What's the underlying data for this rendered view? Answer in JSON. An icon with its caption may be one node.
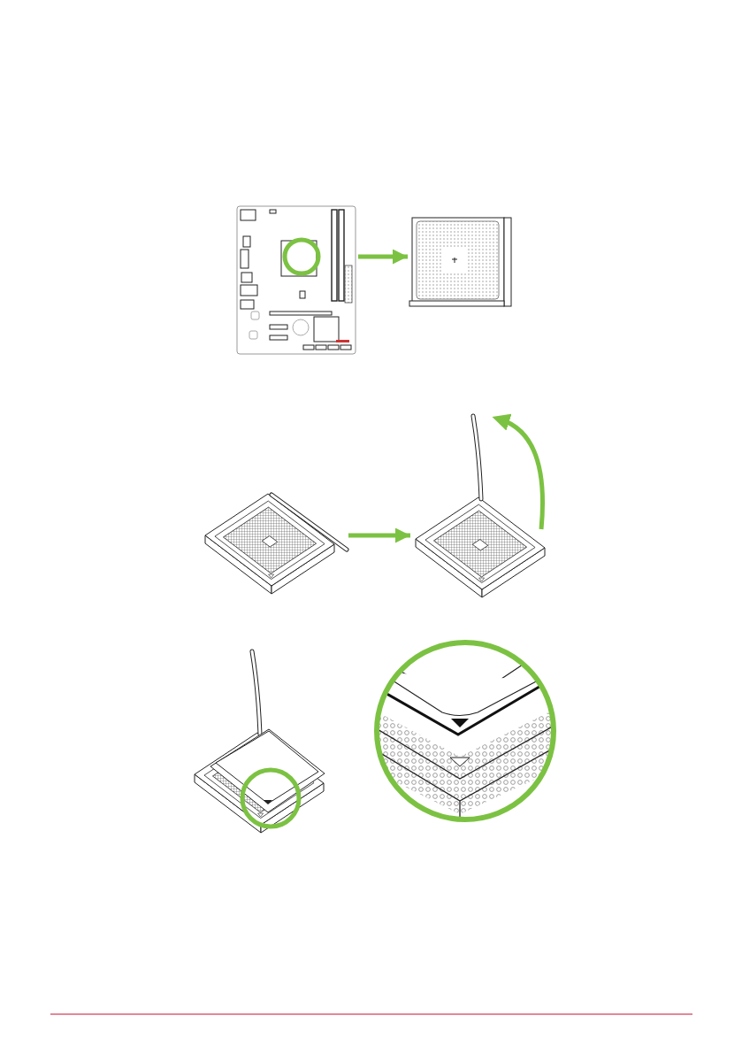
{
  "diagram": {
    "nodes": [
      {
        "text": [],
        "shape": "picture"
      },
      {
        "text": [],
        "shape": "picture"
      },
      {
        "text": [],
        "shape": "picture"
      },
      {
        "text": [],
        "shape": "picture"
      }
    ],
    "edges": [
      {
        "from": 0,
        "to": 1,
        "arrow": "to"
      },
      {
        "from": 2,
        "to": 3,
        "arrow": "to"
      }
    ]
  }
}
